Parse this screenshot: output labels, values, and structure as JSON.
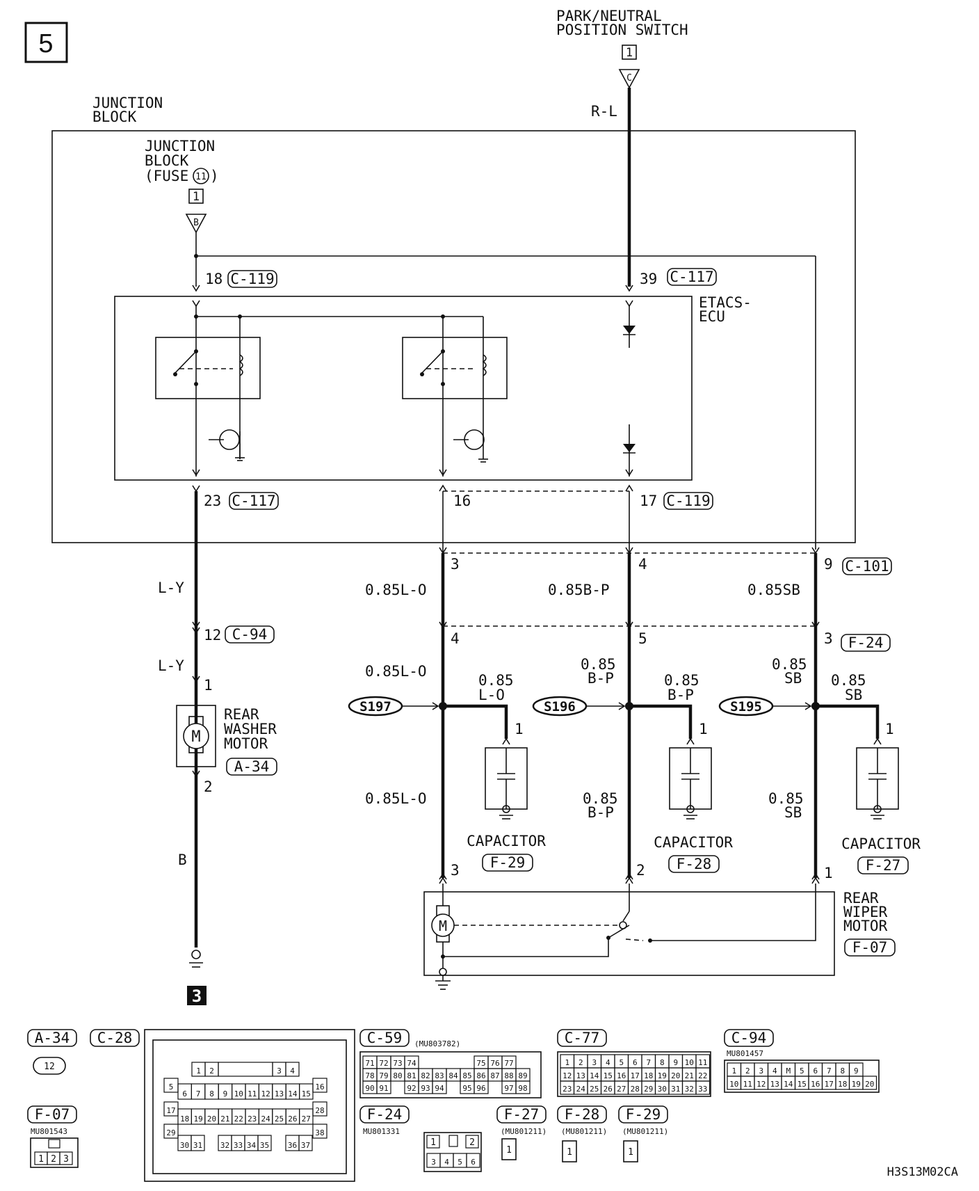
{
  "page": {
    "number": "5",
    "next_page": "3",
    "code": "H3S13M02CA"
  },
  "components": {
    "park_neutral_switch": {
      "line1": "PARK/NEUTRAL",
      "line2": "POSITION SWITCH",
      "pin": "1",
      "conn": "C"
    },
    "junction_block": {
      "line1": "JUNCTION",
      "line2": "BLOCK"
    },
    "jb_fuse": {
      "line1": "JUNCTION",
      "line2": "BLOCK",
      "line3": "(FUSE",
      "fuse_no": "11",
      "line3_end": ")",
      "pin": "1",
      "conn": "B"
    },
    "etacs": {
      "line1": "ETACS-",
      "line2": "ECU"
    },
    "washer_motor": {
      "line1": "REAR",
      "line2": "WASHER",
      "line3": "MOTOR",
      "connector": "A-34"
    },
    "wiper_motor": {
      "line1": "REAR",
      "line2": "WIPER",
      "line3": "MOTOR",
      "connector": "F-07"
    },
    "capacitor_label": "CAPACITOR"
  },
  "wires": {
    "rl": "R-L",
    "ly": "L-Y",
    "b": "B",
    "lo_a": "0.85L-O",
    "lo_b": "0.85L-O",
    "lo_c": "0.85L-O",
    "bp_a": "0.85B-P",
    "sb_a": "0.85SB",
    "n085": "0.85",
    "lo": "L-O",
    "bp": "B-P",
    "sb": "SB"
  },
  "pins": {
    "p18": "18",
    "c119": "C-119",
    "p39": "39",
    "c117": "C-117",
    "p23": "23",
    "c117b": "C-117",
    "p16": "16",
    "p17": "17",
    "c119b": "C-119",
    "p3": "3",
    "p4": "4",
    "p9": "9",
    "c101": "C-101",
    "p12": "12",
    "c94": "C-94",
    "p4b": "4",
    "p5": "5",
    "p3b": "3",
    "f24": "F-24",
    "p1": "1",
    "p2": "2",
    "cap1": "1",
    "cap2": "1",
    "cap3": "1",
    "m3": "3",
    "m2": "2",
    "m1": "1"
  },
  "splices": [
    "S197",
    "S196",
    "S195"
  ],
  "capacitors": [
    {
      "connector": "F-29"
    },
    {
      "connector": "F-28"
    },
    {
      "connector": "F-27"
    }
  ],
  "connectors": {
    "a34": {
      "label": "A-34",
      "pins": "12"
    },
    "c28": {
      "label": "C-28",
      "top": [
        "1",
        "2",
        "3",
        "4"
      ],
      "r2": [
        "5",
        "16"
      ],
      "r3": [
        "6",
        "7",
        "8",
        "9",
        "10",
        "11",
        "12",
        "13",
        "14",
        "15"
      ],
      "r4": [
        "17",
        "28"
      ],
      "r5": [
        "18",
        "19",
        "20",
        "21",
        "22",
        "23",
        "24",
        "25",
        "26",
        "27"
      ],
      "r6": [
        "29",
        "38"
      ],
      "r7": [
        "30",
        "31",
        "32",
        "33",
        "34",
        "35",
        "36",
        "37"
      ]
    },
    "c59": {
      "label": "C-59",
      "part": "(MU803782)",
      "rows": [
        [
          "71",
          "72",
          "73",
          "74",
          "",
          "",
          "",
          "",
          "75",
          "76",
          "77"
        ],
        [
          "78",
          "79",
          "80",
          "81",
          "82",
          "83",
          "84",
          "85",
          "86",
          "87",
          "88",
          "89"
        ],
        [
          "90",
          "91",
          "",
          "92",
          "93",
          "94",
          "",
          "95",
          "96",
          "",
          "97",
          "98"
        ]
      ]
    },
    "c77": {
      "label": "C-77",
      "rows": [
        [
          "1",
          "2",
          "3",
          "4",
          "5",
          "6",
          "7",
          "8",
          "9",
          "10",
          "11"
        ],
        [
          "12",
          "13",
          "14",
          "15",
          "16",
          "17",
          "18",
          "19",
          "20",
          "21",
          "22"
        ],
        [
          "23",
          "24",
          "25",
          "26",
          "27",
          "28",
          "29",
          "30",
          "31",
          "32",
          "33"
        ]
      ]
    },
    "c94": {
      "label": "C-94",
      "part": "MU801457",
      "rows": [
        [
          "1",
          "2",
          "3",
          "4",
          "M",
          "5",
          "6",
          "7",
          "8",
          "9"
        ],
        [
          "10",
          "11",
          "12",
          "13",
          "14",
          "15",
          "16",
          "17",
          "18",
          "19",
          "20"
        ]
      ]
    },
    "f07": {
      "label": "F-07",
      "part": "MU801543",
      "pins": [
        "1",
        "2",
        "3"
      ]
    },
    "f24": {
      "label": "F-24",
      "part": "MU801331",
      "top": [
        "1",
        "2"
      ],
      "bottom": [
        "3",
        "4",
        "5",
        "6"
      ]
    },
    "f27": {
      "label": "F-27",
      "part": "(MU801211)",
      "pin": "1"
    },
    "f28": {
      "label": "F-28",
      "part": "(MU801211)",
      "pin": "1"
    },
    "f29": {
      "label": "F-29",
      "part": "(MU801211)",
      "pin": "1"
    }
  }
}
